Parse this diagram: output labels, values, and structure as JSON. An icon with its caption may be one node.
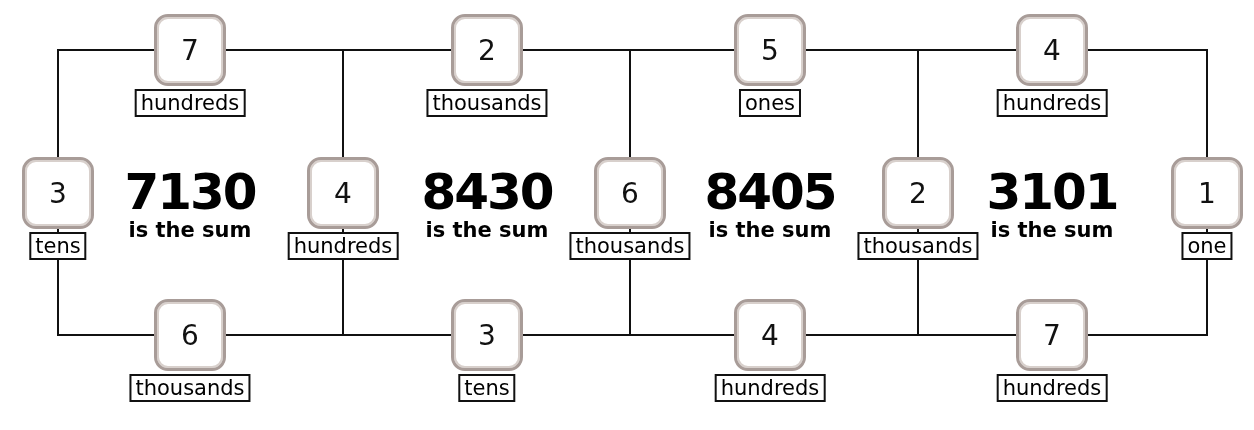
{
  "diagram": {
    "nodes": [
      {
        "text": [
          "7"
        ],
        "beside": [
          "hundreds"
        ]
      },
      {
        "text": [
          "2"
        ],
        "beside": [
          "thousands"
        ]
      },
      {
        "text": [
          "5"
        ],
        "beside": [
          "ones"
        ]
      },
      {
        "text": [
          "4"
        ],
        "beside": [
          "hundreds"
        ]
      },
      {
        "text": [
          "3"
        ],
        "beside": [
          "tens"
        ]
      },
      {
        "text": [
          "4"
        ],
        "beside": [
          "hundreds"
        ]
      },
      {
        "text": [
          "6"
        ],
        "beside": [
          "thousands"
        ]
      },
      {
        "text": [
          "2"
        ],
        "beside": [
          "thousands"
        ]
      },
      {
        "text": [
          "1"
        ],
        "beside": [
          "one"
        ]
      },
      {
        "text": [
          "6"
        ],
        "beside": [
          "thousands"
        ]
      },
      {
        "text": [
          "3"
        ],
        "beside": [
          "tens"
        ]
      },
      {
        "text": [
          "4"
        ],
        "beside": [
          "hundreds"
        ]
      },
      {
        "text": [
          "7"
        ],
        "beside": [
          "hundreds"
        ]
      }
    ],
    "edges": [
      {
        "from": 4,
        "to": 0,
        "arrow": "none"
      },
      {
        "from": 0,
        "to": 5,
        "arrow": "none"
      },
      {
        "from": 5,
        "to": 9,
        "arrow": "none"
      },
      {
        "from": 9,
        "to": 4,
        "arrow": "none"
      },
      {
        "from": 5,
        "to": 1,
        "arrow": "none"
      },
      {
        "from": 1,
        "to": 6,
        "arrow": "none"
      },
      {
        "from": 6,
        "to": 10,
        "arrow": "none"
      },
      {
        "from": 10,
        "to": 5,
        "arrow": "none"
      },
      {
        "from": 6,
        "to": 2,
        "arrow": "none"
      },
      {
        "from": 2,
        "to": 7,
        "arrow": "none"
      },
      {
        "from": 7,
        "to": 11,
        "arrow": "none"
      },
      {
        "from": 11,
        "to": 6,
        "arrow": "none"
      },
      {
        "from": 7,
        "to": 3,
        "arrow": "none"
      },
      {
        "from": 3,
        "to": 8,
        "arrow": "none"
      },
      {
        "from": 8,
        "to": 12,
        "arrow": "none"
      },
      {
        "from": 12,
        "to": 7,
        "arrow": "none"
      }
    ],
    "labels": [
      "7130",
      "is the sum",
      "8430",
      "is the sum",
      "8405",
      "is the sum",
      "3101",
      "is the sum"
    ]
  }
}
